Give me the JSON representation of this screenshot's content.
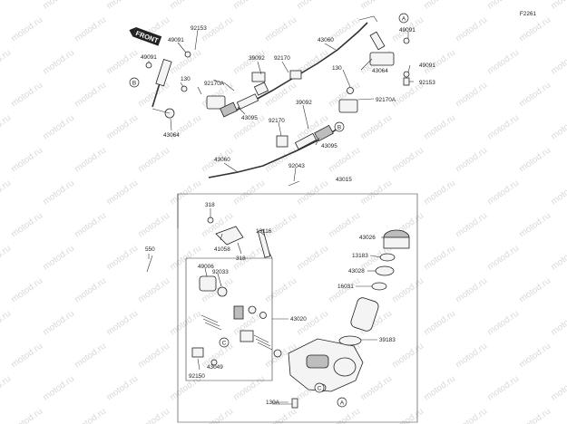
{
  "diagram_code": "F2261",
  "front_marker": "FRONT",
  "ref_markers": [
    "A",
    "B",
    "C"
  ],
  "part_labels": [
    "92153",
    "49091",
    "49091",
    "92170A",
    "130",
    "43064",
    "39092",
    "92170",
    "43060",
    "43095",
    "49091",
    "130",
    "43064",
    "49091",
    "92153",
    "92170A",
    "39092",
    "92170",
    "43095",
    "43060",
    "92043",
    "43015",
    "318",
    "13116",
    "41058",
    "318",
    "550",
    "43026",
    "13183",
    "43028",
    "16031",
    "49006",
    "92033",
    "43020",
    "39183",
    "43049",
    "92150",
    "130A"
  ],
  "watermark": "motod.ru"
}
